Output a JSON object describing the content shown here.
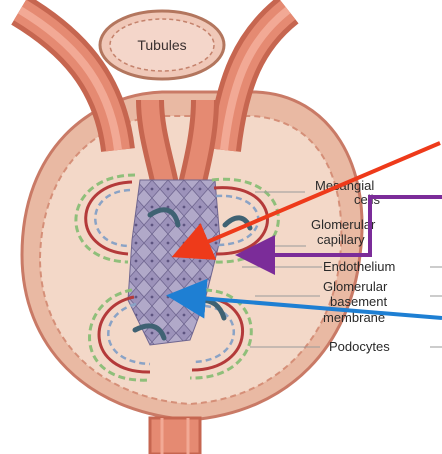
{
  "diagram": {
    "top_label": "Tubules",
    "labels": {
      "mesangial_1": "Mesangial",
      "mesangial_2": "cells",
      "capillary_1": "Glomerular",
      "capillary_2": "capillary",
      "endothelium": "Endothelium",
      "gbm_1": "Glomerular",
      "gbm_2": "basement",
      "gbm_3": "membrane",
      "podocytes": "Podocytes"
    },
    "colors": {
      "capsule_fill": "#f1d1bf",
      "capsule_wall": "#c97a66",
      "inner_space": "#f7e4d8",
      "tubule": "#d9755f",
      "mesangium": "#a9a2c4",
      "capillary_wall": "#b43a3a",
      "podocyte_dash": "#8fbf7a",
      "endothelial_dash": "#8aa3c6",
      "arrow_red": "#ee3a1a",
      "arrow_purple": "#7b2c99",
      "arrow_blue": "#1e7fd3"
    }
  }
}
